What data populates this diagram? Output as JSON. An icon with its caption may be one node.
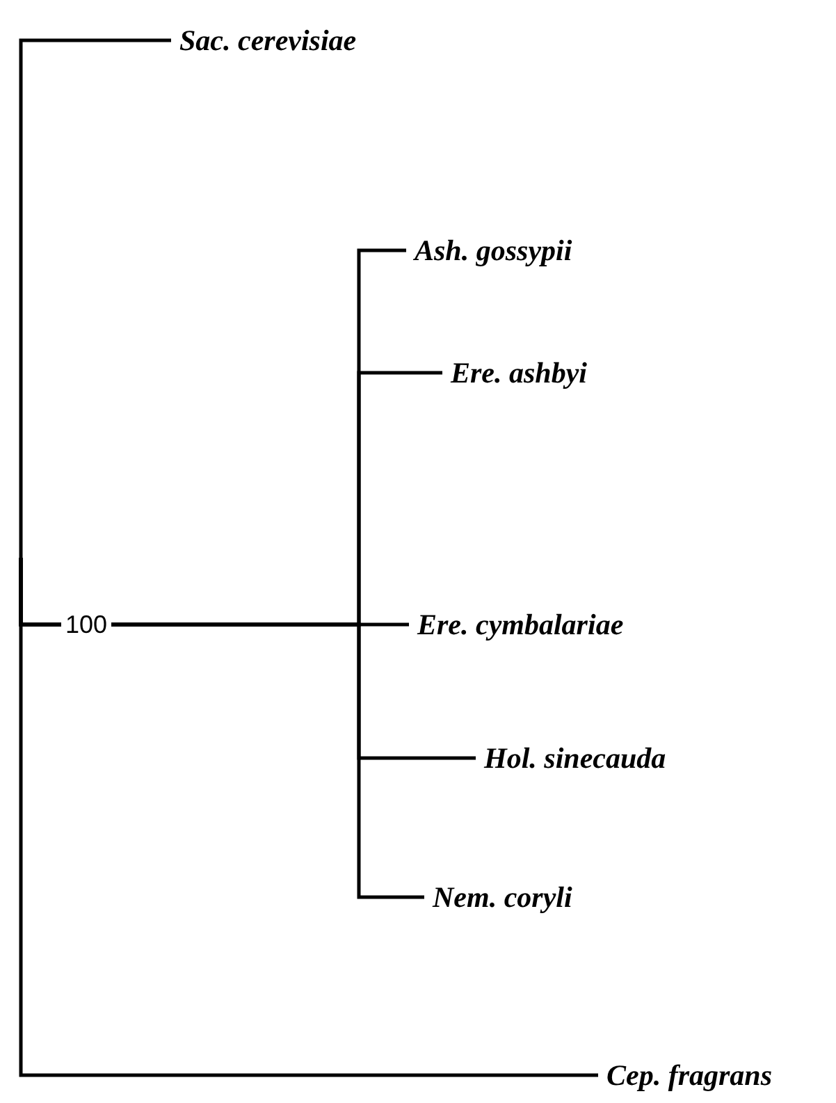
{
  "diagram": {
    "nodes": [
      {
        "text": [
          "Sac. cerevisiae"
        ]
      },
      {
        "text": [
          "Ash. gossypii"
        ]
      },
      {
        "text": [
          "Ere. ashbyi"
        ]
      },
      {
        "text": [
          "Ere. cymbalariae"
        ]
      },
      {
        "text": [
          "Hol. sinecauda"
        ]
      },
      {
        "text": [
          "Nem. coryli"
        ]
      },
      {
        "text": [
          "Cep. fragrans"
        ]
      }
    ],
    "edges": [
      {
        "from": null,
        "to": 0,
        "arrow": "none"
      },
      {
        "from": null,
        "to": 1,
        "arrow": "none"
      },
      {
        "from": null,
        "to": 2,
        "arrow": "none"
      },
      {
        "from": null,
        "to": 3,
        "arrow": "none"
      },
      {
        "from": null,
        "to": 4,
        "arrow": "none"
      },
      {
        "from": null,
        "to": 5,
        "arrow": "none"
      },
      {
        "from": null,
        "to": 6,
        "arrow": "none"
      }
    ],
    "labels": [
      "100"
    ]
  }
}
